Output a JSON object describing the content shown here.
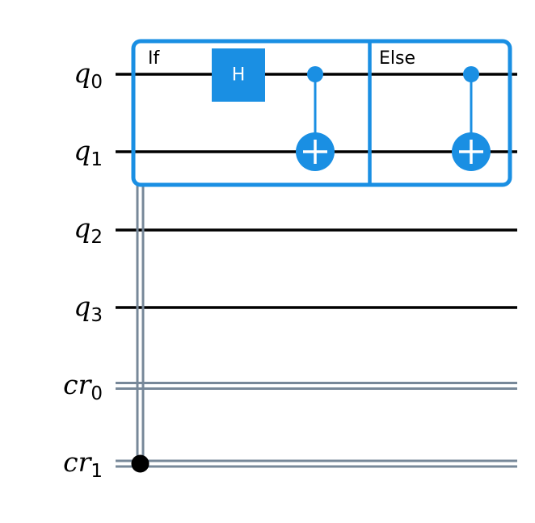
{
  "registers": [
    {
      "base": "q",
      "index": "0",
      "kind": "quantum"
    },
    {
      "base": "q",
      "index": "1",
      "kind": "quantum"
    },
    {
      "base": "q",
      "index": "2",
      "kind": "quantum"
    },
    {
      "base": "q",
      "index": "3",
      "kind": "quantum"
    },
    {
      "base": "cr",
      "index": "0",
      "kind": "classical"
    },
    {
      "base": "cr",
      "index": "1",
      "kind": "classical"
    }
  ],
  "blocks": {
    "if_label": "If",
    "else_label": "Else"
  },
  "gates": {
    "hadamard_label": "H"
  },
  "colors": {
    "quantum_wire": "#000000",
    "classical_wire": "#778899",
    "gate_accent": "#1a8fe3",
    "condition_dot": "#000000"
  }
}
